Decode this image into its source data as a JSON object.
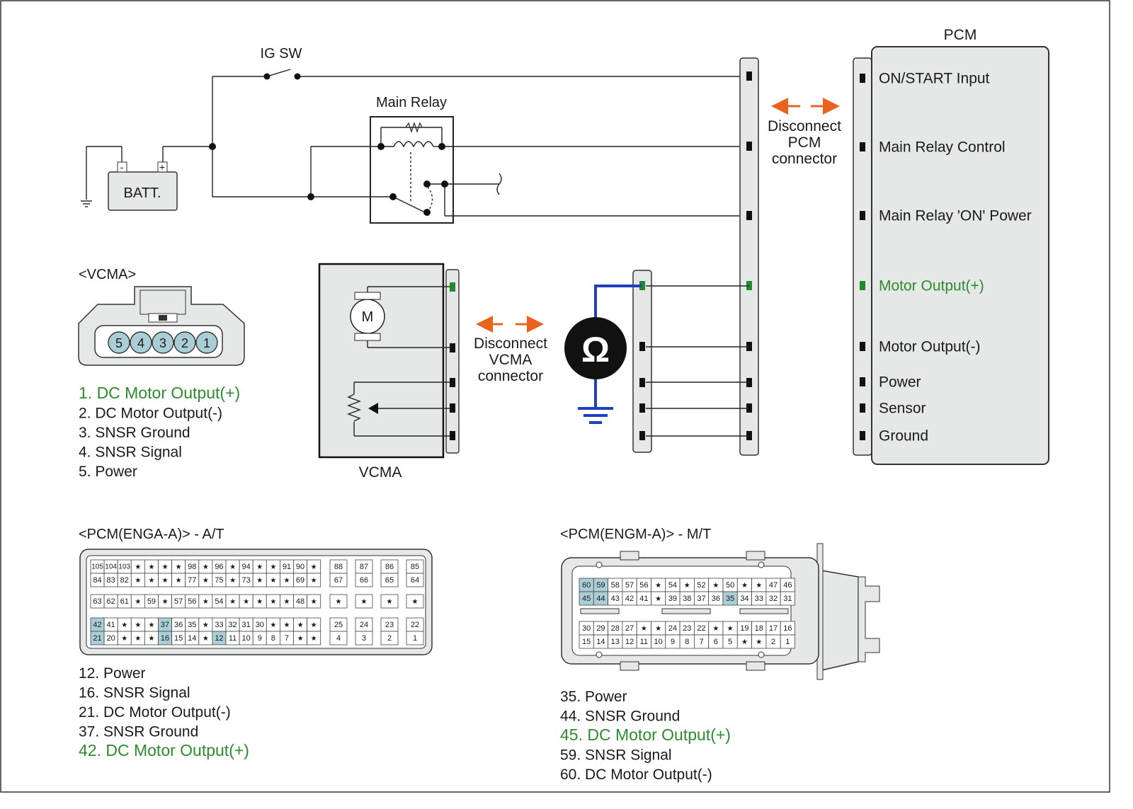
{
  "labels": {
    "ig_sw": "IG SW",
    "main_relay": "Main Relay",
    "batt": "BATT.",
    "batt_minus": "-",
    "batt_plus": "+",
    "pcm_title": "PCM",
    "disconnect_pcm": [
      "Disconnect",
      "PCM",
      "connector"
    ],
    "disconnect_vcma": [
      "Disconnect",
      "VCMA",
      "connector"
    ],
    "vcma_title": "VCMA",
    "vcma_connector_title": "<VCMA>",
    "motor_symbol": "M",
    "ohm_symbol": "Ω",
    "pcm_a_title": "<PCM(ENGA-A)> - A/T",
    "pcm_m_title": "<PCM(ENGM-A)> - M/T",
    "star": "★"
  },
  "pcm_pins": [
    {
      "label": "ON/START Input",
      "highlight": false
    },
    {
      "label": "Main Relay Control",
      "highlight": false
    },
    {
      "label": "Main Relay 'ON' Power",
      "highlight": false
    },
    {
      "label": "Motor Output(+)",
      "highlight": true
    },
    {
      "label": "Motor Output(-)",
      "highlight": false
    },
    {
      "label": "Power",
      "highlight": false
    },
    {
      "label": "Sensor",
      "highlight": false
    },
    {
      "label": "Ground",
      "highlight": false
    }
  ],
  "vcma_connector_pins": [
    "5",
    "4",
    "3",
    "2",
    "1"
  ],
  "vcma_legend": [
    {
      "text": "1. DC Motor Output(+)",
      "highlight": true
    },
    {
      "text": "2. DC Motor Output(-)",
      "highlight": false
    },
    {
      "text": "3. SNSR Ground",
      "highlight": false
    },
    {
      "text": "4. SNSR Signal",
      "highlight": false
    },
    {
      "text": "5. Power",
      "highlight": false
    }
  ],
  "pcm_a_legend": [
    {
      "text": "12. Power",
      "highlight": false
    },
    {
      "text": "16. SNSR Signal",
      "highlight": false
    },
    {
      "text": "21. DC Motor Output(-)",
      "highlight": false
    },
    {
      "text": "37. SNSR Ground",
      "highlight": false
    },
    {
      "text": "42. DC Motor Output(+)",
      "highlight": true
    }
  ],
  "pcm_m_legend": [
    {
      "text": "35. Power",
      "highlight": false
    },
    {
      "text": "44. SNSR Ground",
      "highlight": false
    },
    {
      "text": "45. DC Motor Output(+)",
      "highlight": true
    },
    {
      "text": "59. SNSR Signal",
      "highlight": false
    },
    {
      "text": "60. DC Motor Output(-)",
      "highlight": false
    }
  ],
  "pcm_a_grid": {
    "rows": [
      [
        "105",
        "104",
        "103",
        "*",
        "*",
        "*",
        "*",
        "98",
        "*",
        "96",
        "*",
        "94",
        "*",
        "*",
        "91",
        "90",
        "*"
      ],
      [
        "84",
        "83",
        "82",
        "*",
        "*",
        "*",
        "*",
        "77",
        "*",
        "75",
        "*",
        "73",
        "*",
        "*",
        "*",
        "69",
        "*"
      ],
      [
        "63",
        "62",
        "61",
        "*",
        "59",
        "*",
        "57",
        "56",
        "*",
        "54",
        "*",
        "*",
        "*",
        "*",
        "*",
        "48",
        "*"
      ],
      [
        "42",
        "41",
        "*",
        "*",
        "*",
        "37",
        "36",
        "35",
        "*",
        "33",
        "32",
        "31",
        "30",
        "*",
        "*",
        "*",
        "*"
      ],
      [
        "21",
        "20",
        "*",
        "*",
        "*",
        "16",
        "15",
        "14",
        "*",
        "12",
        "11",
        "10",
        "9",
        "8",
        "7",
        "*",
        "*"
      ]
    ],
    "side_rows": [
      [
        "88",
        "87",
        "86",
        "85"
      ],
      [
        "67",
        "66",
        "65",
        "64"
      ],
      [
        "*",
        "*",
        "*",
        "*"
      ],
      [
        "25",
        "24",
        "23",
        "22"
      ],
      [
        "4",
        "3",
        "2",
        "1"
      ]
    ],
    "highlighted": [
      "42",
      "37",
      "21",
      "16",
      "12"
    ]
  },
  "pcm_m_grid": {
    "rows": [
      [
        "60",
        "59",
        "58",
        "57",
        "56",
        "*",
        "54",
        "*",
        "52",
        "*",
        "50",
        "*",
        "*",
        "47",
        "46"
      ],
      [
        "45",
        "44",
        "43",
        "42",
        "41",
        "*",
        "39",
        "38",
        "37",
        "36",
        "35",
        "34",
        "33",
        "32",
        "31"
      ],
      [
        "30",
        "29",
        "28",
        "27",
        "*",
        "*",
        "24",
        "23",
        "22",
        "*",
        "*",
        "19",
        "18",
        "17",
        "16"
      ],
      [
        "15",
        "14",
        "13",
        "12",
        "11",
        "10",
        "9",
        "8",
        "7",
        "6",
        "5",
        "*",
        "*",
        "2",
        "1"
      ]
    ],
    "highlighted": [
      "60",
      "59",
      "45",
      "44",
      "35"
    ]
  },
  "colors": {
    "highlight_text": "#2e8b2e",
    "pin_highlight_bg": "#a9ced6",
    "arrow": "#e8641e",
    "ground_probe": "#1f3fbf",
    "connector_face": "#e6e8e8"
  }
}
